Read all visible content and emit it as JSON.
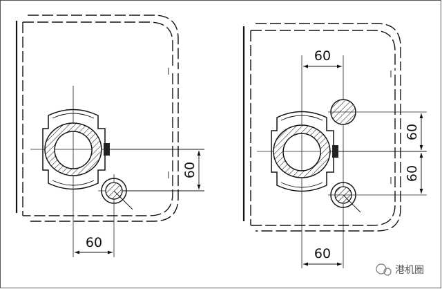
{
  "dimensions": {
    "left_bottom_horizontal": "60",
    "left_vertical": "60",
    "right_top_horizontal": "60",
    "right_upper_vertical": "60",
    "right_lower_vertical": "60",
    "right_bottom_horizontal": "60"
  },
  "watermark": {
    "text": "港机圈"
  }
}
